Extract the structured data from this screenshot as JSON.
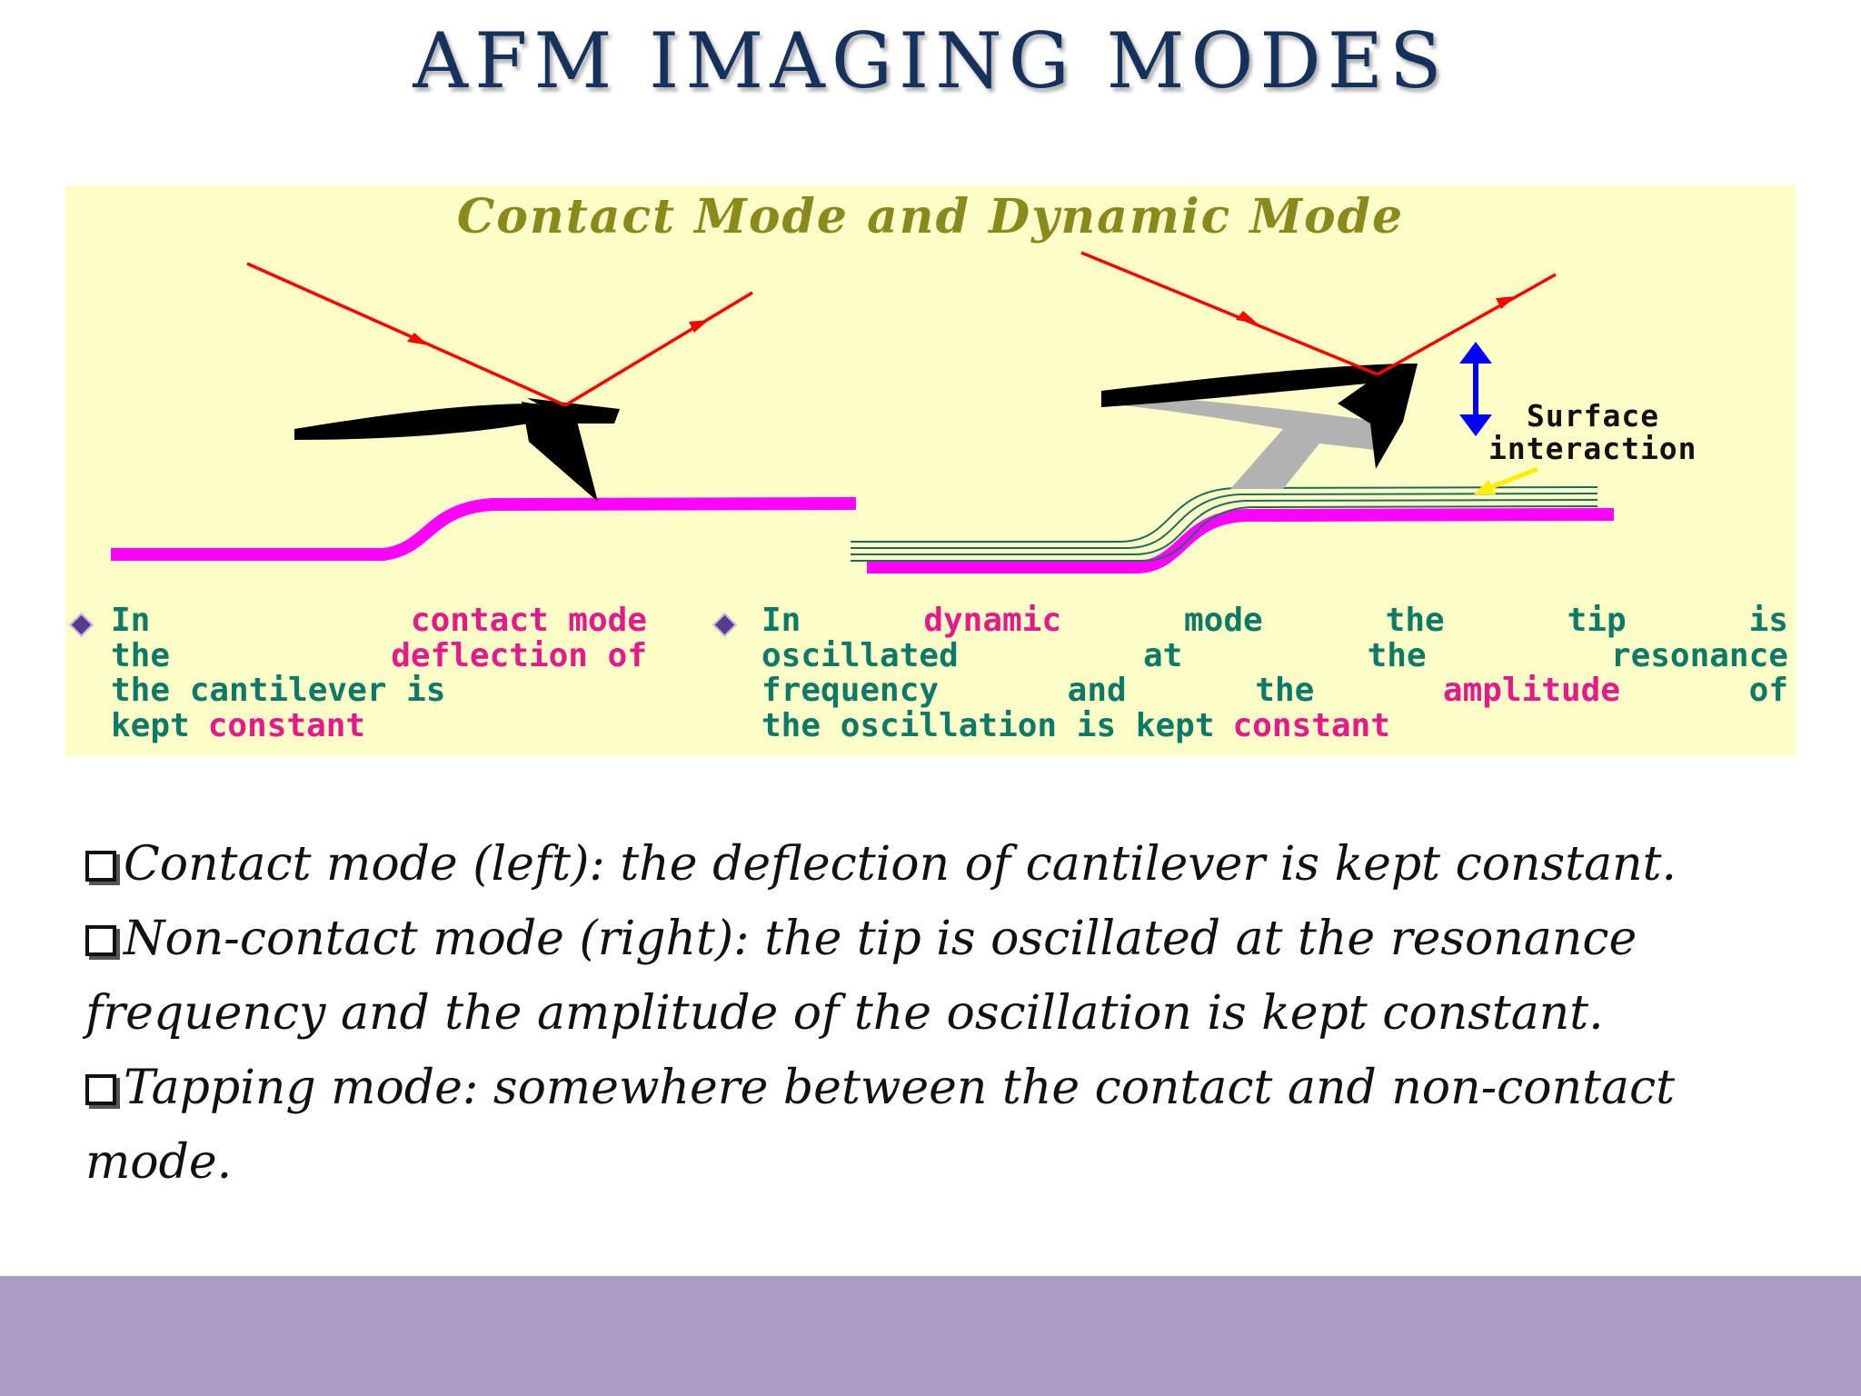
{
  "title": "AFM IMAGING MODES",
  "figure": {
    "title": "Contact Mode and Dynamic Mode",
    "surface_label_line1": "Surface",
    "surface_label_line2": "interaction",
    "left_caption": {
      "line1": [
        "In",
        "contact mode"
      ],
      "line2": [
        "the",
        "deflection of"
      ],
      "line3": [
        "the cantilever is"
      ],
      "line4": [
        "kept",
        "constant"
      ]
    },
    "right_caption": {
      "line1": [
        "In",
        "dynamic",
        "mode",
        "the",
        "tip",
        "is"
      ],
      "line2": [
        "oscillated",
        "at",
        "the",
        "resonance"
      ],
      "line3": [
        "frequency",
        "and",
        "the",
        "amplitude",
        "of"
      ],
      "line4": [
        "the oscillation is kept",
        "constant"
      ]
    },
    "colors": {
      "background": "#fdfdc8",
      "laser": "#ff0000",
      "surface": "#ff00ff",
      "cantilever": "#000000",
      "oscillation_arrow": "#0000ff",
      "interaction_arrow": "#ffee00",
      "caption_text": "#0d7a67",
      "caption_highlight": "#e3198c"
    }
  },
  "bullets": [
    "Contact mode (left): the deflection of cantilever is kept constant.",
    "Non-contact mode (right): the tip is oscillated at the resonance frequency and the amplitude of the oscillation is kept constant.",
    "Tapping mode: somewhere between the contact and non-contact mode."
  ],
  "footer_color": "#ab9cc4"
}
